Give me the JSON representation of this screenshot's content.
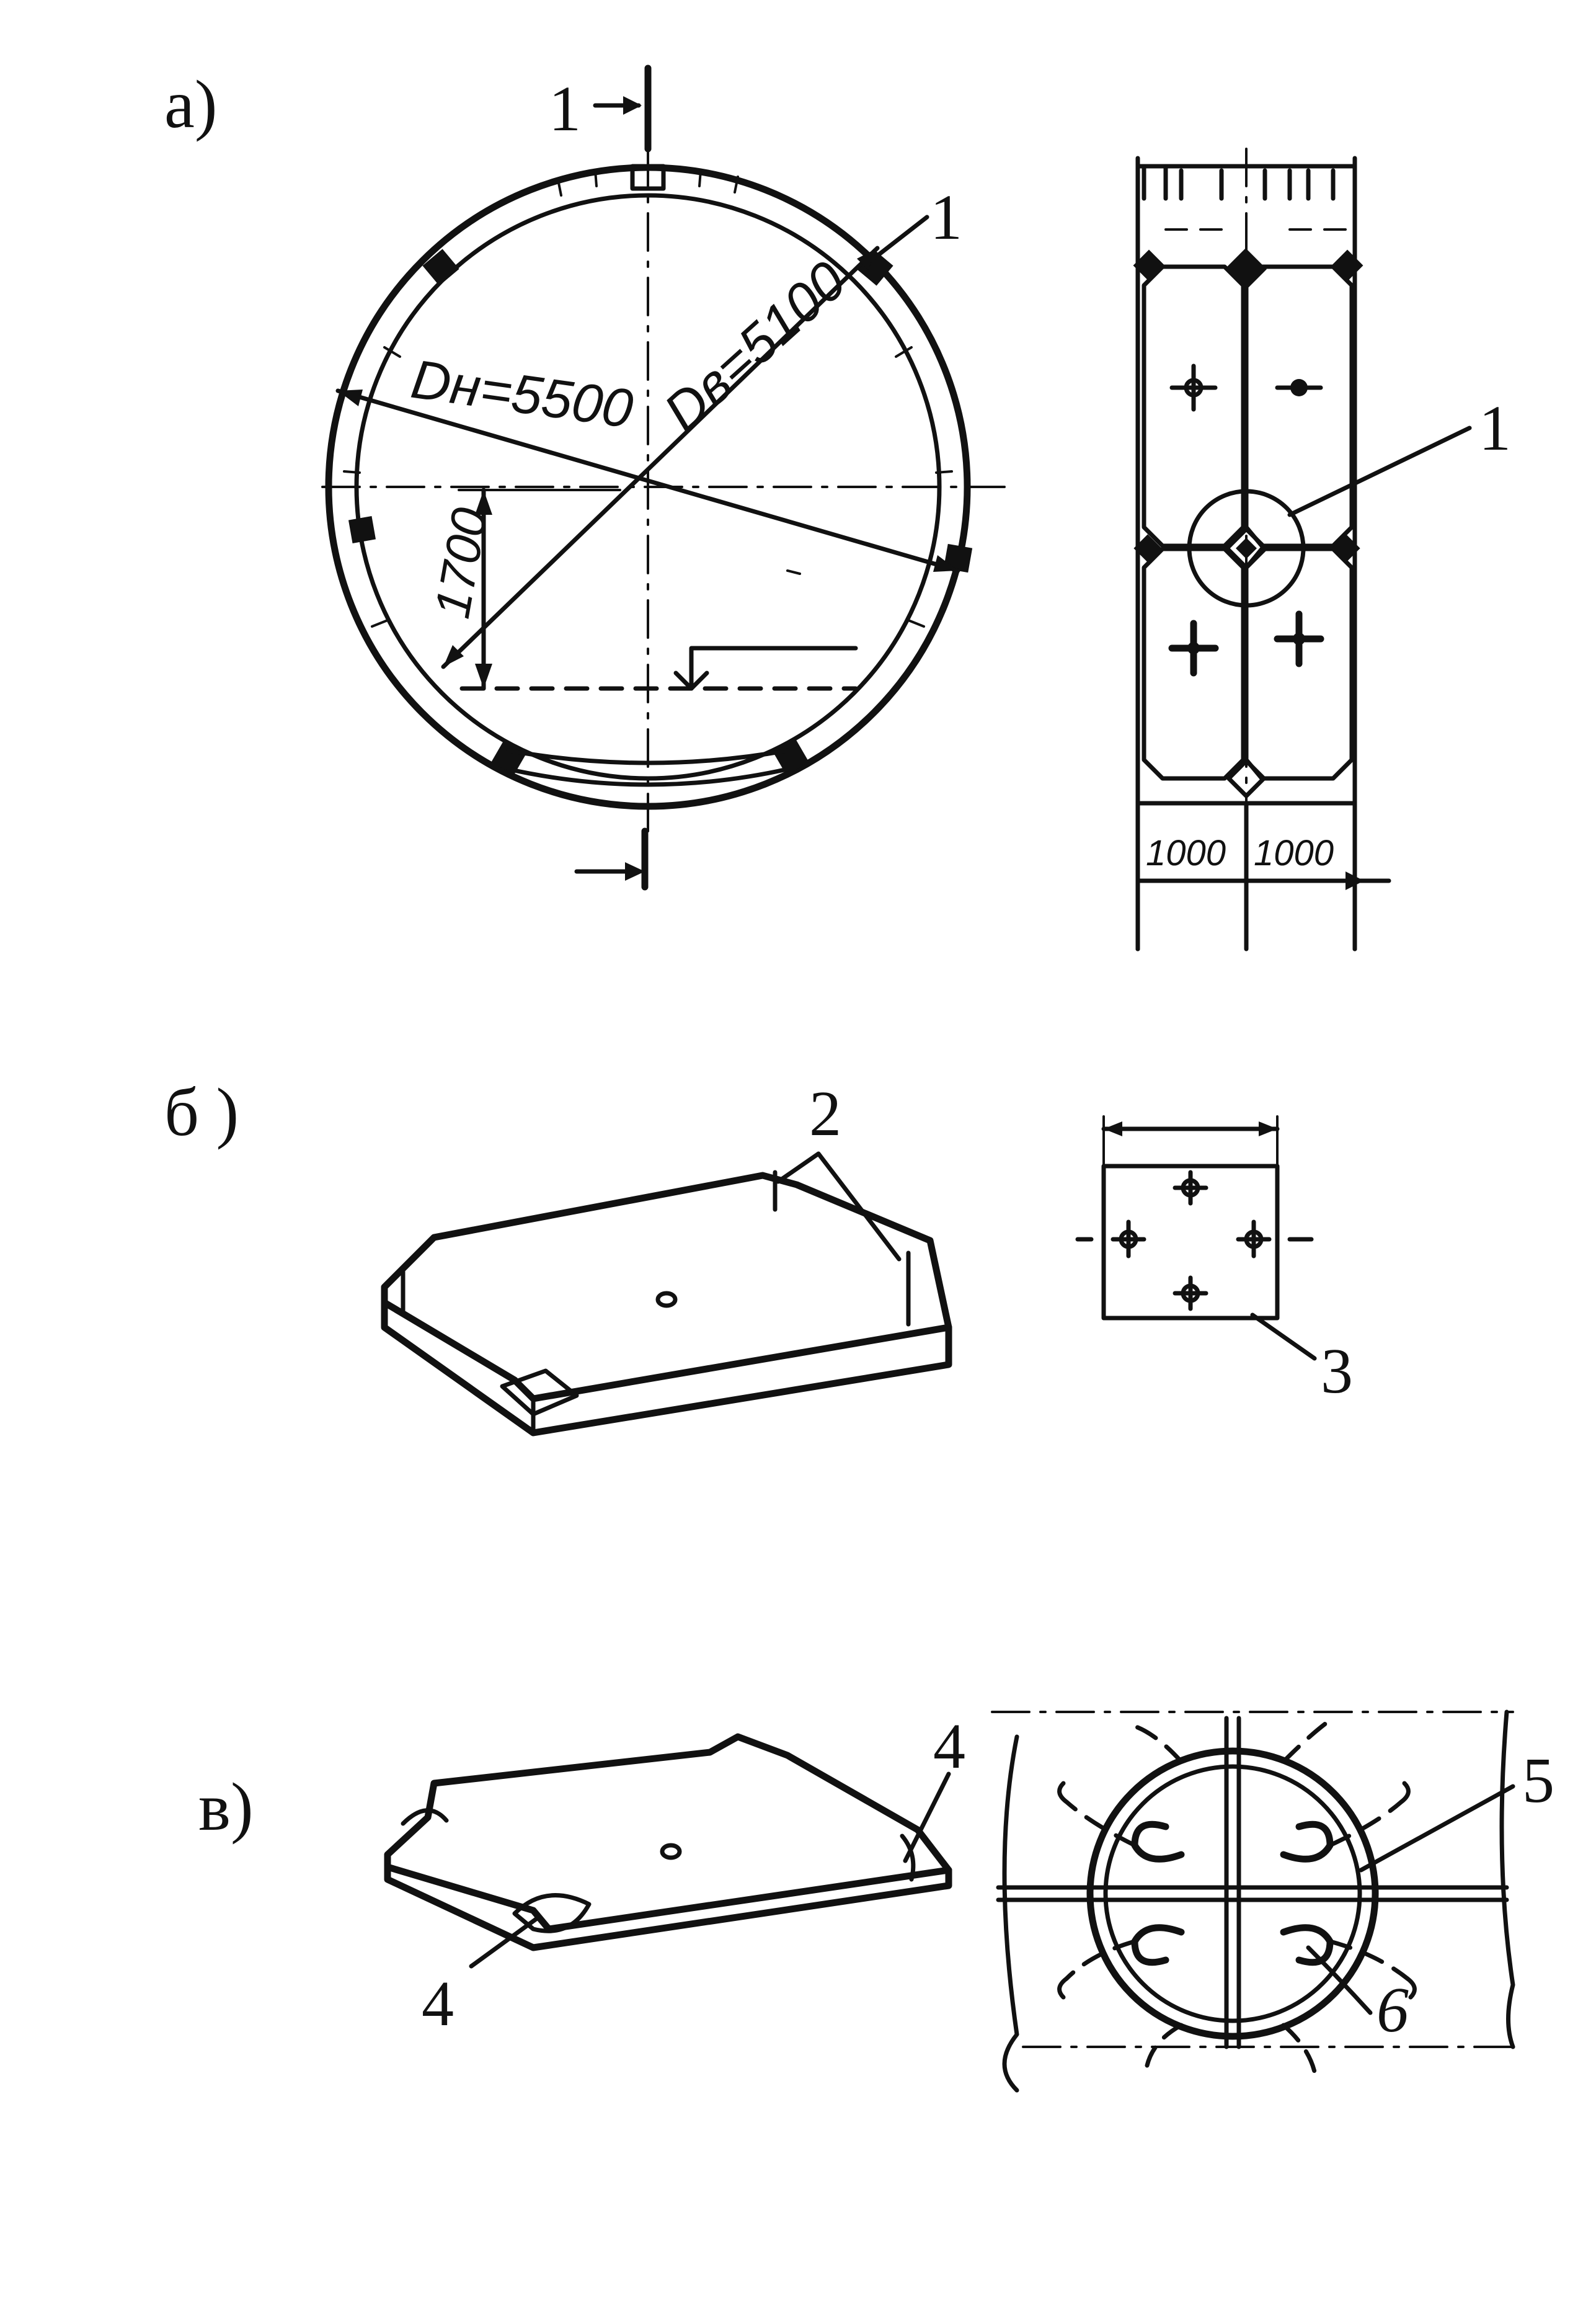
{
  "panel_a": {
    "label": "а)",
    "section_mark": "1",
    "callout_ring": "1",
    "callout_detail": "1",
    "dim_outer": "Dн=5500",
    "dim_inner": "Dв=5100",
    "dim_height": "1700",
    "dim_width_1": "1000",
    "dim_width_2": "1000"
  },
  "panel_b": {
    "label": "б )",
    "callout_2": "2",
    "callout_3": "3"
  },
  "panel_v": {
    "label": "в)",
    "callout_4_right": "4",
    "callout_4_left": "4",
    "callout_5": "5",
    "callout_6": "6"
  }
}
